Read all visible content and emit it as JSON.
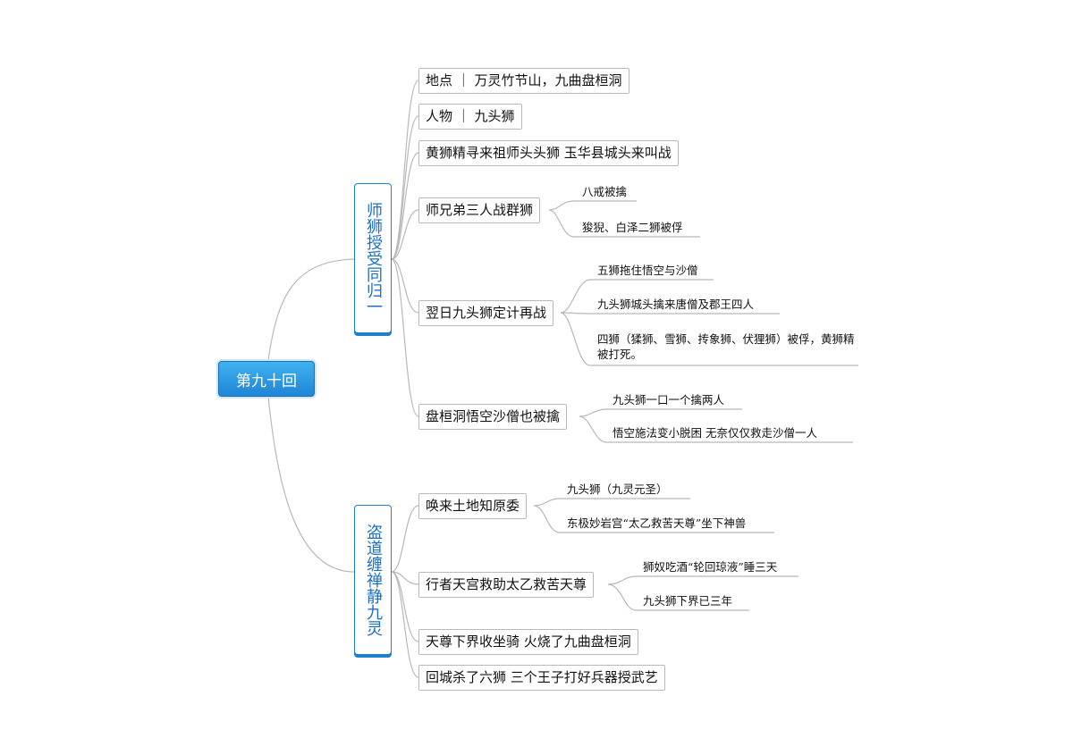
{
  "root": {
    "label": "第九十回"
  },
  "branches": [
    {
      "label": "师狮授受同归一",
      "nodes": [
        {
          "label": "地点 ｜ 万灵竹节山，九曲盘桓洞",
          "children": []
        },
        {
          "label": "人物 ｜ 九头狮",
          "children": []
        },
        {
          "label": "黄狮精寻来祖师头头狮 玉华县城头来叫战",
          "children": []
        },
        {
          "label": "师兄弟三人战群狮",
          "children": [
            "八戒被擒",
            "狻猊、白泽二狮被俘"
          ]
        },
        {
          "label": "翌日九头狮定计再战",
          "children": [
            "五狮拖住悟空与沙僧",
            "九头狮城头擒来唐僧及郡王四人",
            "四狮（猱狮、雪狮、抟象狮、伏狸狮）被俘，黄狮精被打死。"
          ]
        },
        {
          "label": "盘桓洞悟空沙僧也被擒",
          "children": [
            "九头狮一口一个擒两人",
            "悟空施法变小脱困 无奈仅仅救走沙僧一人"
          ]
        }
      ]
    },
    {
      "label": "盗道缠禅静九灵",
      "nodes": [
        {
          "label": "唤来土地知原委",
          "children": [
            "九头狮（九灵元圣）",
            "东极妙岩宫“太乙救苦天尊”坐下神兽"
          ]
        },
        {
          "label": "行者天宫救助太乙救苦天尊",
          "children": [
            "狮奴吃酒“轮回琼液”睡三天",
            "九头狮下界已三年"
          ]
        },
        {
          "label": "天尊下界收坐骑 火烧了九曲盘桓洞",
          "children": []
        },
        {
          "label": "回城杀了六狮 三个王子打好兵器授武艺",
          "children": []
        }
      ]
    }
  ]
}
